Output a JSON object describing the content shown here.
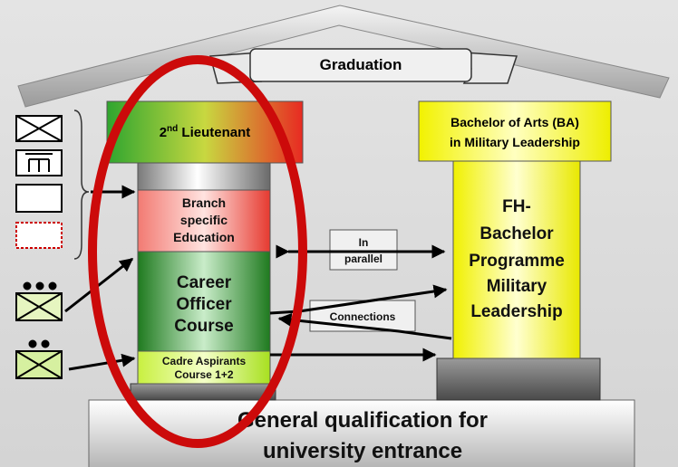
{
  "roof": {
    "title": "Graduation"
  },
  "left_pillar": {
    "capital_main": "2",
    "capital_sup": "nd",
    "capital_rest": " Lieutenant",
    "branch": [
      "Branch",
      "specific",
      "Education"
    ],
    "course": [
      "Career",
      "Officer",
      "Course"
    ],
    "cadre": [
      "Cadre Aspirants",
      "Course 1+2"
    ]
  },
  "right_pillar": {
    "capital": [
      "Bachelor of Arts (BA)",
      "in Military Leadership"
    ],
    "programme": [
      "FH-",
      "Bachelor",
      "Programme",
      "Military",
      "Leadership"
    ]
  },
  "labels": {
    "parallel": [
      "In",
      "parallel"
    ],
    "connections": "Connections"
  },
  "foundation": [
    "General qualification for",
    "university entrance"
  ],
  "colors": {
    "highlight": "#cc0a0a",
    "yellow": "#ffff00",
    "green": "#2e8b2e",
    "red": "#e8302a"
  },
  "icons": [
    "platoon-symbol-icon",
    "company-symbol-icon",
    "branch-symbol-icon",
    "battalion-symbol-icon",
    "infantry-company-icon",
    "infantry-platoon-icon"
  ]
}
